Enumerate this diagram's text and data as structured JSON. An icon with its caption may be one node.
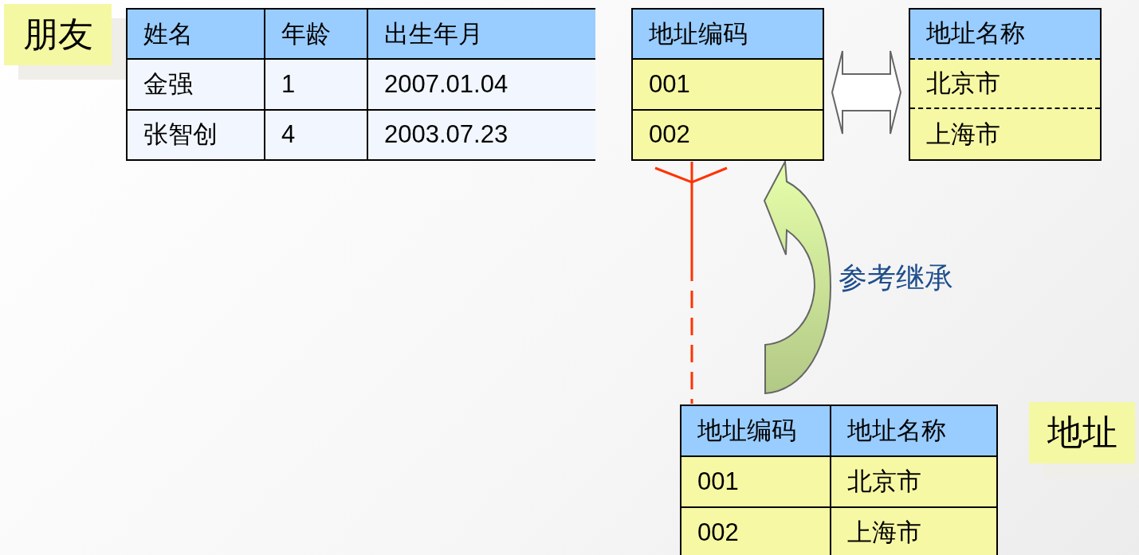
{
  "diagram": {
    "nodes": [
      {
        "text": [
          "朋友"
        ]
      },
      {
        "text": [
          "姓名",
          "年龄",
          "出生年月",
          "金强",
          "1",
          "2007.01.04",
          "张智创",
          "4",
          "2003.07.23"
        ]
      },
      {
        "text": [
          "地址编码",
          "001",
          "002"
        ]
      },
      {
        "text": [
          "地址名称",
          "北京市",
          "上海市"
        ]
      },
      {
        "text": [
          "地址编码",
          "地址名称",
          "001",
          "北京市",
          "002",
          "上海市"
        ]
      },
      {
        "text": [
          "地址"
        ]
      }
    ],
    "edges": [
      {
        "from": 2,
        "to": 3,
        "arrow": "both"
      },
      {
        "from": 2,
        "to": 4,
        "arrow": "other",
        "style": "dashed",
        "color": "#ff3300"
      },
      {
        "from": 4,
        "to": 2,
        "arrow": "to",
        "label": "参考继承"
      }
    ]
  }
}
